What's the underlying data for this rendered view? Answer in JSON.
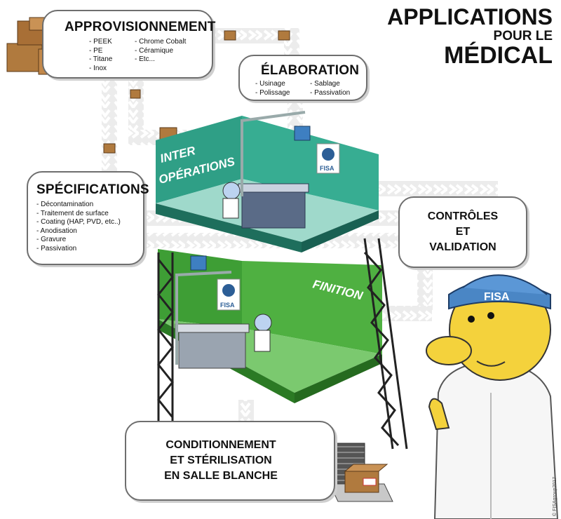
{
  "header": {
    "line1": "APPLICATIONS",
    "line2": "POUR LE",
    "line3": "MÉDICAL"
  },
  "approvisionnement": {
    "title": "APPROVISIONNEMENT",
    "col1": [
      "- PEEK",
      "- PE",
      "- Titane",
      "- Inox"
    ],
    "col2": [
      "- Chrome Cobalt",
      "- Céramique",
      "- Etc..."
    ]
  },
  "elaboration": {
    "title": "ÉLABORATION",
    "col1": [
      "- Usinage",
      "- Polissage"
    ],
    "col2": [
      "- Sablage",
      "- Passivation"
    ]
  },
  "specifications": {
    "title": "SPÉCIFICATIONS",
    "items": [
      "- Décontamination",
      "- Traitement de surface",
      "- Coating (HAP, PVD, etc..)",
      "- Anodisation",
      "- Gravure",
      "- Passivation"
    ]
  },
  "controles": {
    "line1": "CONTRÔLES",
    "line2": "ET",
    "line3": "VALIDATION"
  },
  "conditionnement": {
    "line1": "CONDITIONNEMENT",
    "line2": "ET STÉRILISATION",
    "line3": "EN SALLE BLANCHE"
  },
  "rooms": {
    "inter_line1": "INTER",
    "inter_line2": "OPÉRATIONS",
    "finition": "FINITION",
    "logo": "FISA"
  },
  "mascot": {
    "cap_logo": "FISA"
  },
  "copyright": "© FISAgroup2017",
  "colors": {
    "teal_room": "#3aa892",
    "green_room": "#4fb041",
    "conveyor": "#e6e6e6",
    "box_border": "#6e6e6e"
  }
}
